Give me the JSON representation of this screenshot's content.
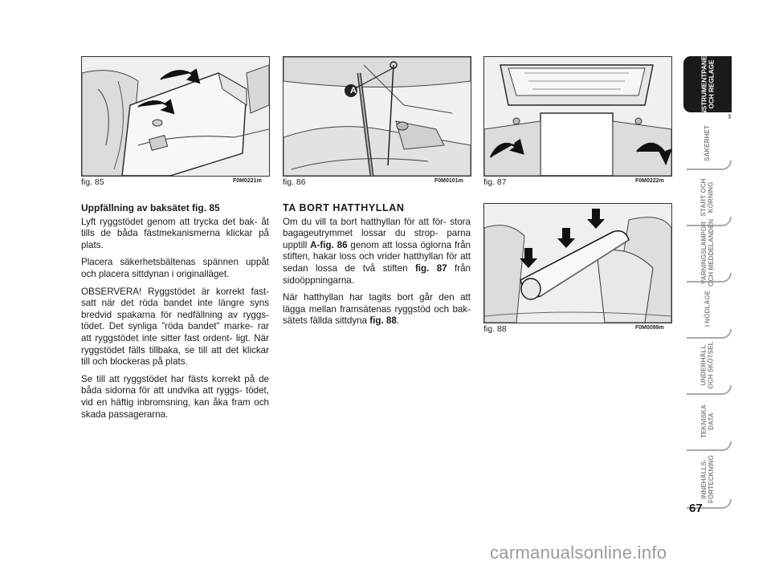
{
  "figures": [
    {
      "label": "fig. 85",
      "code": "F0M0221m"
    },
    {
      "label": "fig. 86",
      "code": "F0M0101m",
      "callout": "A"
    },
    {
      "label": "fig. 87",
      "code": "F0M0222m"
    },
    {
      "label": "fig. 88",
      "code": "F0M0099m"
    }
  ],
  "left_column": {
    "heading": "Uppfällning av baksätet fig. 85",
    "p1": "Lyft ryggstödet genom att trycka det bak- åt tills de båda fästmekanismerna klickar på plats.",
    "p2": "Placera säkerhetsbältenas spännen uppåt och placera sittdynan i originalläget.",
    "p3": "OBSERVERA! Ryggstödet är korrekt fast- satt när det röda bandet inte längre syns bredvid spakarna för nedfällning av ryggs- tödet. Det synliga ”röda bandet” marke- rar att ryggstödet inte sitter fast ordent- ligt. När ryggstödet fälls tillbaka, se till att det klickar till och blockeras på plats.",
    "p4": "Se till att ryggstödet har fästs korrekt på de båda sidorna för att undvika att ryggs- tödet, vid en häftig inbromsning, kan åka fram och skada passagerarna."
  },
  "middle_column": {
    "heading": "TA BORT HATTHYLLAN",
    "p1_a": "Om du vill ta bort hatthyllan för att för- stora bagageutrymmet lossar du strop- parna upptill ",
    "p1_b": "A-fig. 86",
    "p1_c": " genom att lossa öglorna från stiften, hakar loss och vrider hatthyllan för att sedan lossa de två stiften ",
    "p1_d": "fig. 87",
    "p1_e": " från sidoöppningarna.",
    "p2_a": "När hatthyllan har tagits bort går den att lägga mellan framsätenas ryggstöd och bak- sätets fällda sittdyna ",
    "p2_b": "fig. 88",
    "p2_c": "."
  },
  "tabs": [
    {
      "l1": "INSTRUMENTPANEL",
      "l2": "OCH REGLAGE",
      "active": true
    },
    {
      "l1": "SÄKERHET",
      "l2": ""
    },
    {
      "l1": "START OCH",
      "l2": "KÖRNING"
    },
    {
      "l1": "VARNINGSLAMPOR",
      "l2": "OCH MEDDELANDEN"
    },
    {
      "l1": "I NÖDLÄGE",
      "l2": ""
    },
    {
      "l1": "UNDERHÅLL",
      "l2": "OCH SKÖTSEL"
    },
    {
      "l1": "TEKNISKA",
      "l2": "DATA"
    },
    {
      "l1": "INNEHÅLLS-",
      "l2": "FÖRTECKNING"
    }
  ],
  "page_number": "67",
  "watermark": "carmanualsonline.info"
}
